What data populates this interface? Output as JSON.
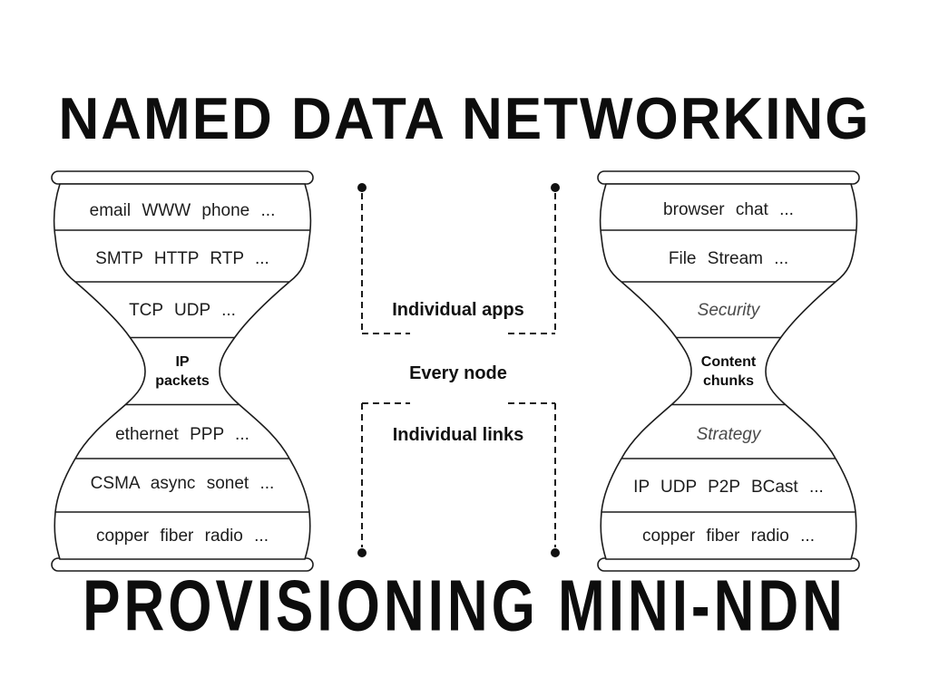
{
  "titles": {
    "top": "NAMED DATA NETWORKING",
    "bottom": "PROVISIONING MINI-NDN"
  },
  "center_labels": {
    "apps": "Individual apps",
    "node": "Every node",
    "links": "Individual links"
  },
  "hourglasses": {
    "left": {
      "layers": [
        {
          "label": "email WWW phone ..."
        },
        {
          "label": "SMTP HTTP RTP ..."
        },
        {
          "label": "TCP UDP ..."
        },
        {
          "label": "IP\npackets",
          "emphasis": "bold"
        },
        {
          "label": "ethernet PPP ..."
        },
        {
          "label": "CSMA async sonet ..."
        },
        {
          "label": "copper fiber radio ..."
        }
      ]
    },
    "right": {
      "layers": [
        {
          "label": "browser chat ..."
        },
        {
          "label": "File Stream ..."
        },
        {
          "label": "Security",
          "emphasis": "italic"
        },
        {
          "label": "Content\nchunks",
          "emphasis": "bold"
        },
        {
          "label": "Strategy",
          "emphasis": "italic"
        },
        {
          "label": "IP UDP P2P BCast ..."
        },
        {
          "label": "copper fiber radio ..."
        }
      ]
    }
  },
  "colors": {
    "background": "#ffffff",
    "ink": "#111111",
    "outline": "#1c1c1c",
    "italic_gray": "#4a4a4a"
  }
}
